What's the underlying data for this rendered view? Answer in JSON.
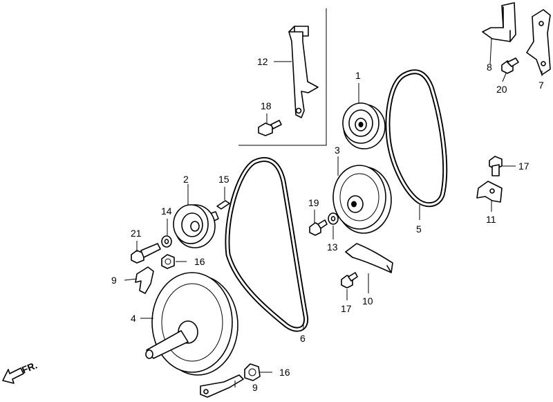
{
  "callouts": {
    "c1": "1",
    "c2": "2",
    "c3": "3",
    "c4": "4",
    "c5": "5",
    "c6": "6",
    "c7": "7",
    "c8": "8",
    "c9a": "9",
    "c9b": "9",
    "c10": "10",
    "c11": "11",
    "c12": "12",
    "c13": "13",
    "c14": "14",
    "c15": "15",
    "c16a": "16",
    "c16b": "16",
    "c17a": "17",
    "c17b": "17",
    "c18": "18",
    "c19": "19",
    "c20": "20",
    "c21": "21"
  },
  "direction": {
    "label": "FR."
  },
  "colors": {
    "ink": "#000000",
    "paper": "#ffffff"
  }
}
